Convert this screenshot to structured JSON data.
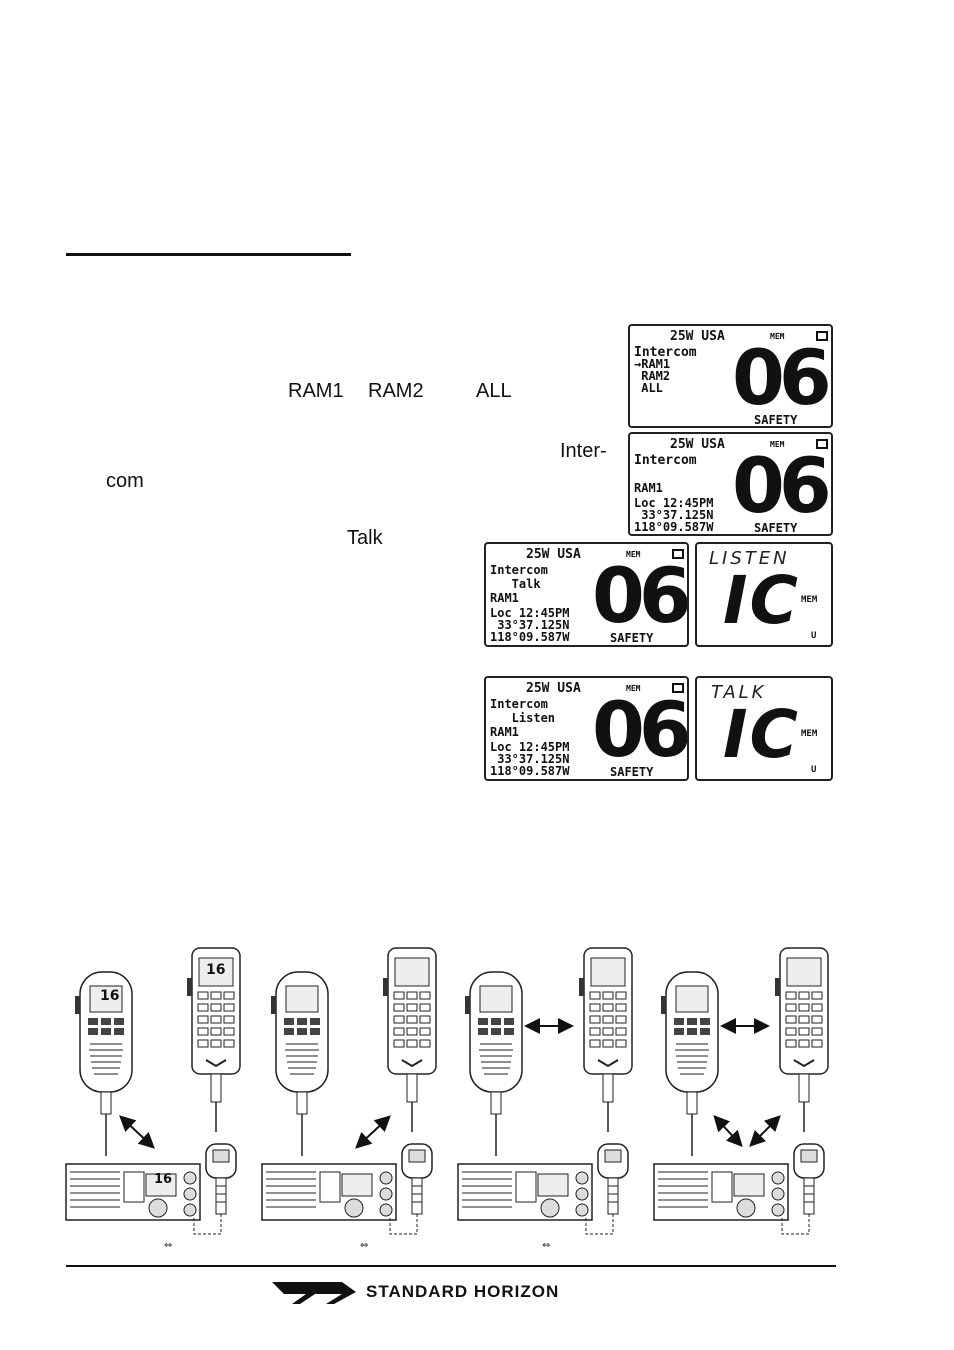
{
  "text": {
    "ram1": "RAM1",
    "ram2": "RAM2",
    "all": "ALL",
    "inter": "Inter-",
    "com": "com",
    "talk": "Talk"
  },
  "lcd1": {
    "header": "25W USA",
    "mem": "MEM",
    "menu_title": "Intercom",
    "items": [
      "→RAM1",
      " RAM2",
      " ALL"
    ],
    "channel": "06",
    "footer": "SAFETY"
  },
  "lcd2": {
    "header": "25W USA",
    "mem": "MEM",
    "line1": "Intercom",
    "line2": "RAM1",
    "line3": "Loc 12:45PM",
    "line4": " 33°37.125N",
    "line5": "118°09.587W",
    "channel": "06",
    "footer": "SAFETY"
  },
  "lcd3": {
    "header": "25W USA",
    "mem": "MEM",
    "line1": "Intercom",
    "line2": "   Talk",
    "line3": "RAM1",
    "line4": "Loc 12:45PM",
    "line5": " 33°37.125N",
    "line6": "118°09.587W",
    "channel": "06",
    "footer": "SAFETY"
  },
  "lcd4": {
    "header": "25W USA",
    "mem": "MEM",
    "line1": "Intercom",
    "line2": "   Listen",
    "line3": "RAM1",
    "line4": "Loc 12:45PM",
    "line5": " 33°37.125N",
    "line6": "118°09.587W",
    "channel": "06",
    "footer": "SAFETY"
  },
  "ram_lcd_listen": {
    "mode": "LISTEN",
    "channel": "IC",
    "mem": "MEM",
    "power": "U"
  },
  "ram_lcd_talk": {
    "mode": "TALK",
    "channel": "IC",
    "mem": "MEM",
    "power": "U"
  },
  "device_screens": {
    "mic_channel": "16",
    "handset_channel": "16",
    "base_channel": "16"
  },
  "captions": [
    "⇔",
    "⇔",
    "⇔"
  ],
  "logo": {
    "brand": "STANDARD HORIZON"
  }
}
